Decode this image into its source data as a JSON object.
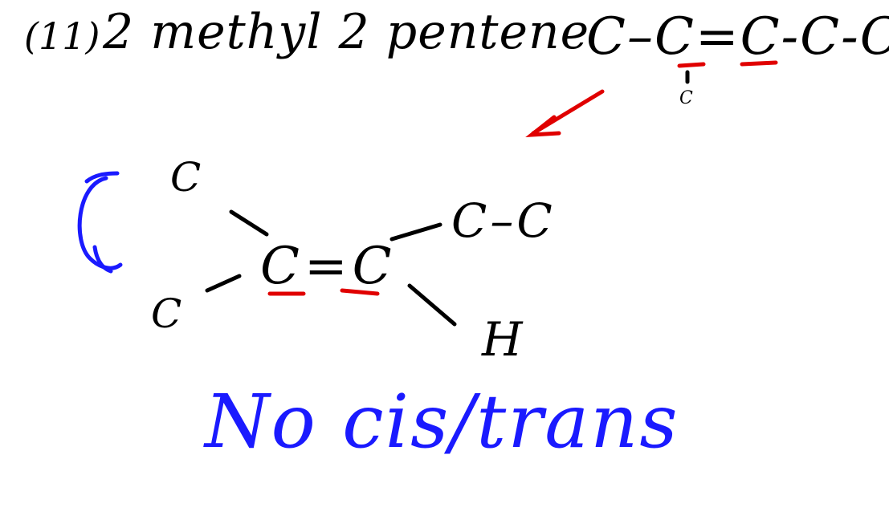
{
  "problem": {
    "number": "(11)",
    "title": "2 methyl 2 pentene"
  },
  "condensed_formula": {
    "chain": "C–C=C-C-C",
    "branch": "C"
  },
  "structure": {
    "left_top_carbon": "C",
    "left_bottom_carbon": "C",
    "double_bond": "C=C",
    "right_top_group": "C–C",
    "right_bottom_atom": "H"
  },
  "conclusion": "No cis/trans",
  "colors": {
    "ink": "#000000",
    "highlight": "#e00000",
    "annotation": "#1a1aff"
  }
}
